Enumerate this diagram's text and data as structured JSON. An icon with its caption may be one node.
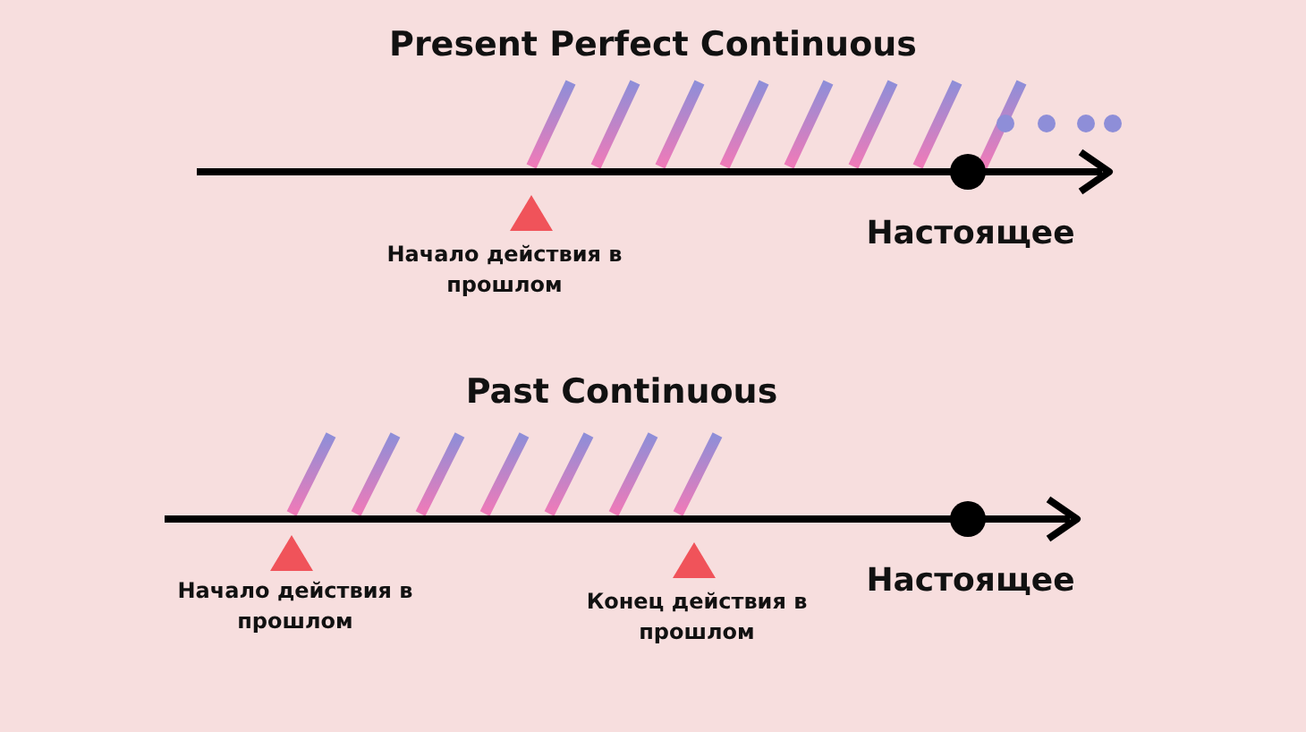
{
  "diagram": {
    "labels": [
      "Present Perfect Continuous",
      "Начало действия в прошлом",
      "Настоящее",
      "Past Continuous",
      "Начало действия в прошлом",
      "Конец действия в прошлом",
      "Настоящее"
    ]
  }
}
